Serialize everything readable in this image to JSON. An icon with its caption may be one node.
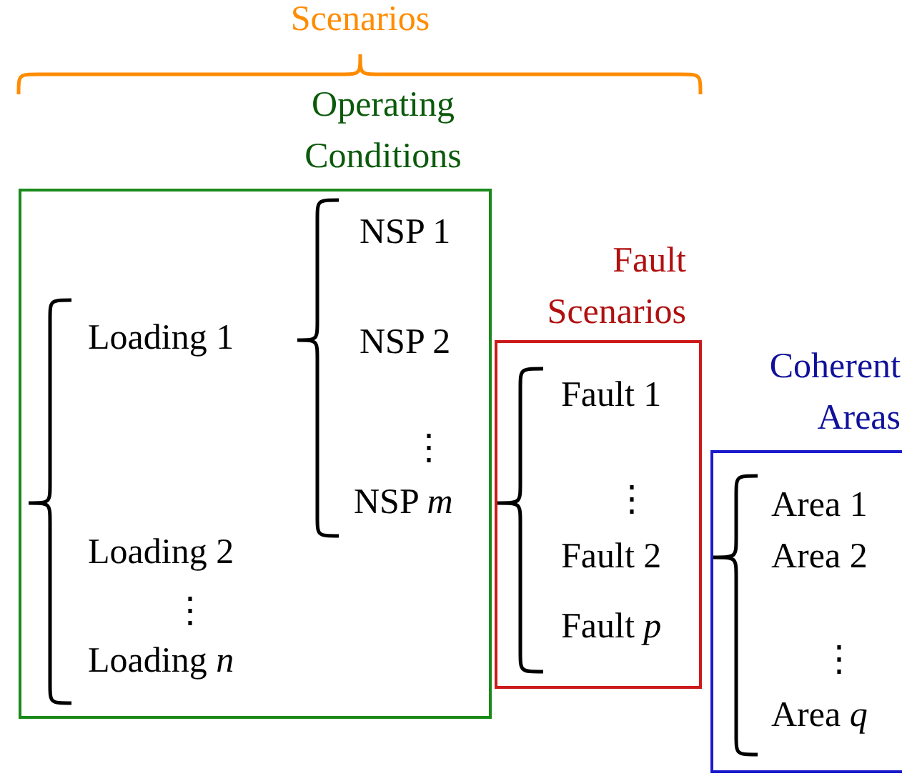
{
  "diagram": {
    "nodes": [
      {
        "text": [
          "Operating Conditions",
          "Loading 1",
          "Loading 2",
          "⋮",
          "Loading *n*",
          "NSP 1",
          "NSP 2",
          "⋮",
          "NSP *m*"
        ]
      },
      {
        "text": [
          "Fault Scenarios",
          "Fault 1",
          "⋮",
          "Fault 2",
          "Fault *p*"
        ]
      },
      {
        "text": [
          "Coherent Areas",
          "Area 1",
          "Area 2",
          "⋮",
          "Area *q*"
        ]
      }
    ],
    "labels": [
      "Scenarios"
    ]
  }
}
